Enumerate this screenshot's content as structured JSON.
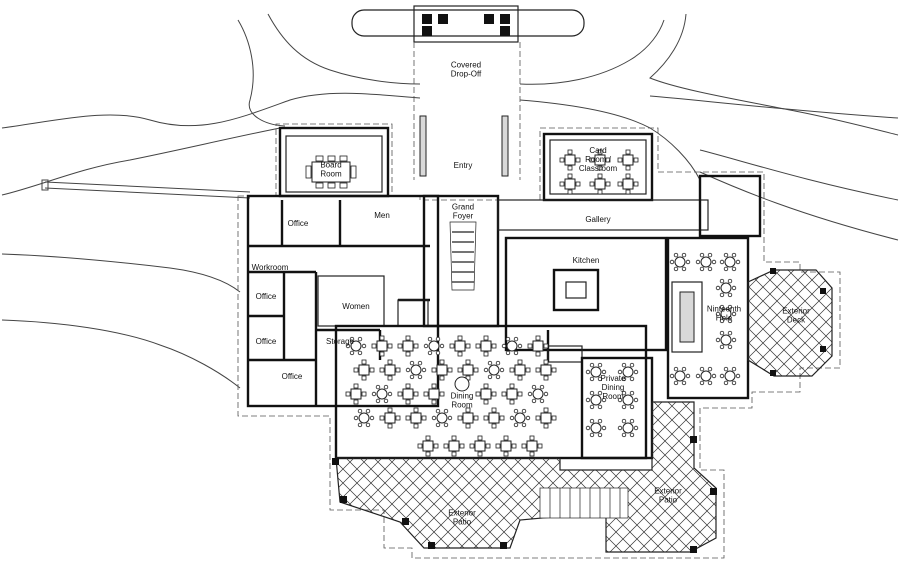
{
  "plan": {
    "rooms": {
      "dropoff": "Covered\nDrop-Off",
      "board": "Board\nRoom",
      "entry": "Entry",
      "card": "Card\nRoom /\nClassroom",
      "office1": "Office",
      "men": "Men",
      "foyer": "Grand\nFoyer",
      "gallery": "Gallery",
      "kitchen": "Kitchen",
      "workroom": "Workroom",
      "office2": "Office",
      "women": "Women",
      "office3": "Office",
      "storage": "Storage",
      "office4": "Office",
      "nineteenth": "Ninteenth\nHole",
      "deck": "Exterior\nDeck",
      "dining": "Dining\nRoom",
      "private": "Private\nDining\nRoom",
      "patio_left": "Exterior\nPatio",
      "patio_right": "Exterior\nPatio"
    }
  }
}
